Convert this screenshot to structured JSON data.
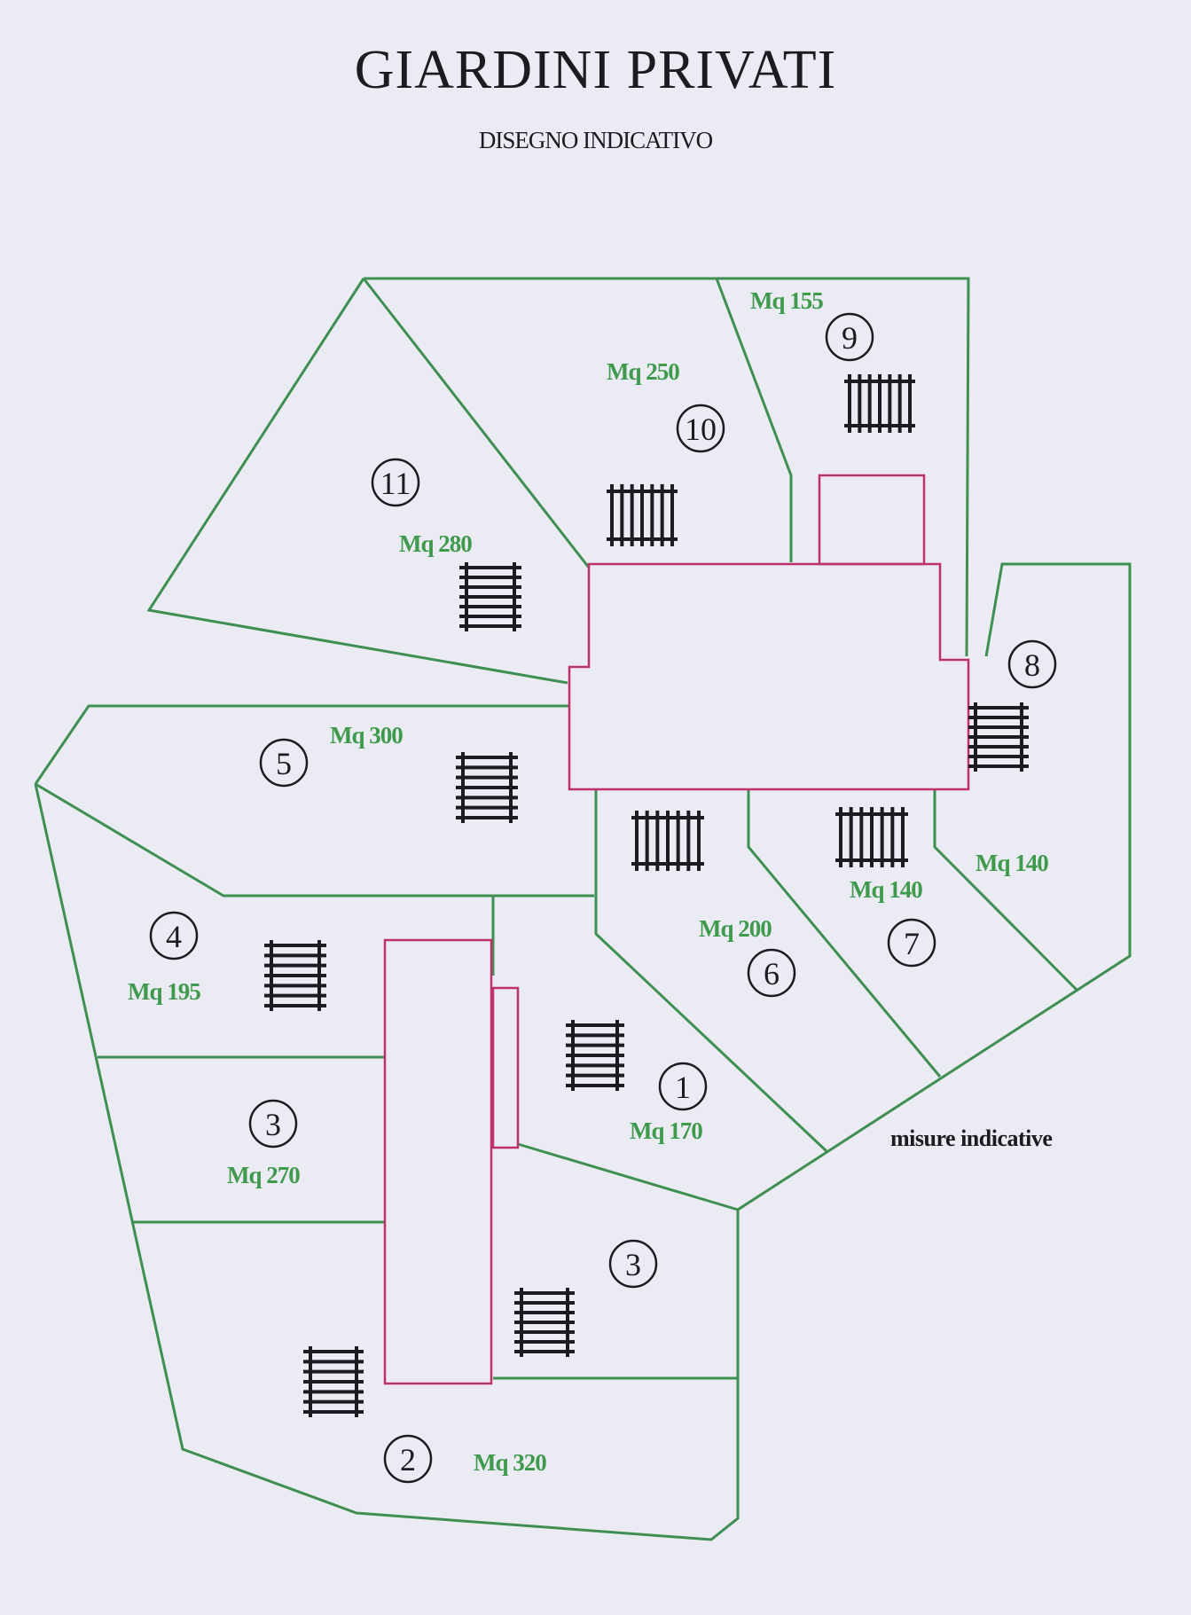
{
  "title": "GIARDINI PRIVATI",
  "subtitle": "DISEGNO INDICATIVO",
  "note": "misure indicative",
  "colors": {
    "plot_border": "#3f8f52",
    "building_outline": "#c0306a",
    "area_label": "#3f9a4d",
    "text": "#1b1b22",
    "background": "#ebebf3"
  },
  "icons": [
    "stair-icon"
  ],
  "plots": [
    {
      "number": "1",
      "area": "Mq 170"
    },
    {
      "number": "2",
      "area": "Mq 320"
    },
    {
      "number": "3",
      "area": "Mq 270"
    },
    {
      "number": "3",
      "area": ""
    },
    {
      "number": "4",
      "area": "Mq 195"
    },
    {
      "number": "5",
      "area": "Mq 300"
    },
    {
      "number": "6",
      "area": "Mq 200"
    },
    {
      "number": "7",
      "area": "Mq 140"
    },
    {
      "number": "8",
      "area": "Mq 140"
    },
    {
      "number": "9",
      "area": "Mq 155"
    },
    {
      "number": "10",
      "area": "Mq 250"
    },
    {
      "number": "11",
      "area": "Mq 280"
    }
  ]
}
